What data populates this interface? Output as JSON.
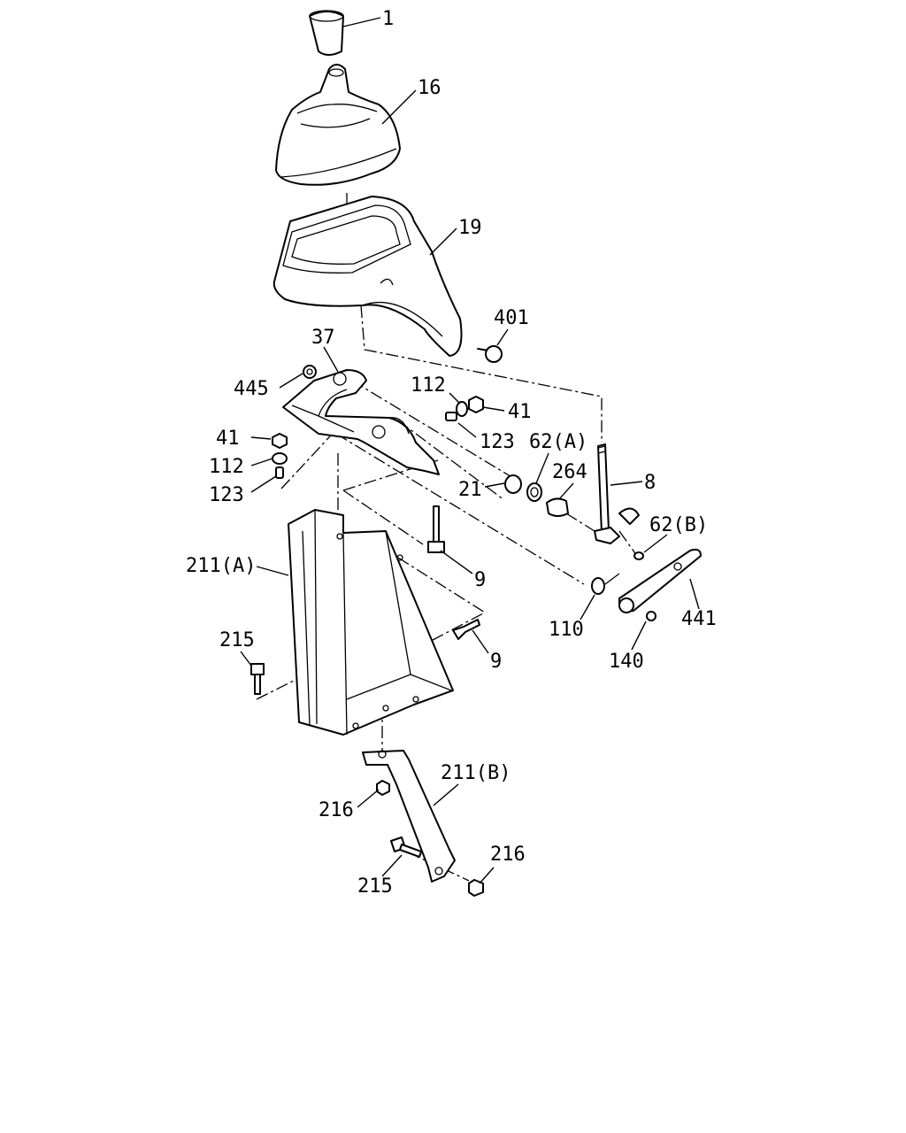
{
  "callouts": {
    "p1": "1",
    "p16": "16",
    "p19": "19",
    "p401": "401",
    "p37": "37",
    "p445": "445",
    "p112_top": "112",
    "p41_top": "41",
    "p123_top": "123",
    "p41_left": "41",
    "p112_left": "112",
    "p123_left": "123",
    "p62a": "62(A)",
    "p264": "264",
    "p21": "21",
    "p8": "8",
    "p62b": "62(B)",
    "p441": "441",
    "p110": "110",
    "p140": "140",
    "p211a": "211(A)",
    "p9_top": "9",
    "p9_bottom": "9",
    "p215_top": "215",
    "p211b": "211(B)",
    "p216_left": "216",
    "p216_right": "216",
    "p215_bottom": "215"
  }
}
